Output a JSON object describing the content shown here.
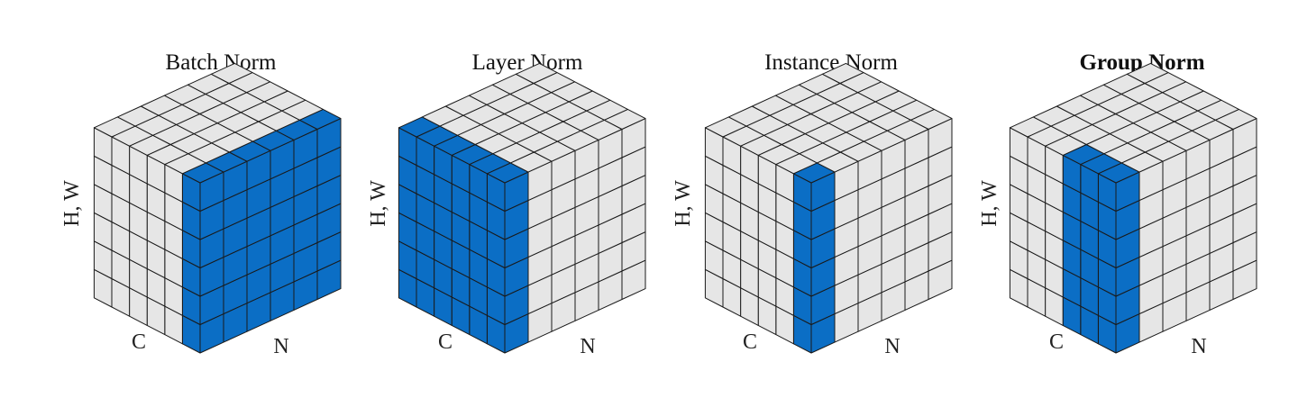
{
  "colors": {
    "highlight": "#0b6ec5",
    "cell": "#e6e6e6",
    "edge": "#1a1a1a",
    "background": "#ffffff"
  },
  "grid": {
    "n_cells": 6,
    "c_cells": 6,
    "hw_cells": 6
  },
  "panels": [
    {
      "id": "batch-norm",
      "title": "Batch Norm",
      "bold": false,
      "labels": {
        "hw": "H, W",
        "c": "C",
        "n": "N"
      },
      "highlight": {
        "n": [
          0,
          6
        ],
        "c": [
          0,
          1
        ],
        "hw": [
          0,
          6
        ]
      }
    },
    {
      "id": "layer-norm",
      "title": "Layer Norm",
      "bold": false,
      "labels": {
        "hw": "H, W",
        "c": "C",
        "n": "N"
      },
      "highlight": {
        "n": [
          0,
          1
        ],
        "c": [
          0,
          6
        ],
        "hw": [
          0,
          6
        ]
      }
    },
    {
      "id": "instance-norm",
      "title": "Instance Norm",
      "bold": false,
      "labels": {
        "hw": "H, W",
        "c": "C",
        "n": "N"
      },
      "highlight": {
        "n": [
          0,
          1
        ],
        "c": [
          0,
          1
        ],
        "hw": [
          0,
          6
        ]
      }
    },
    {
      "id": "group-norm",
      "title": "Group Norm",
      "bold": true,
      "labels": {
        "hw": "H, W",
        "c": "C",
        "n": "N"
      },
      "highlight": {
        "n": [
          0,
          1
        ],
        "c": [
          0,
          3
        ],
        "hw": [
          0,
          6
        ]
      }
    }
  ]
}
